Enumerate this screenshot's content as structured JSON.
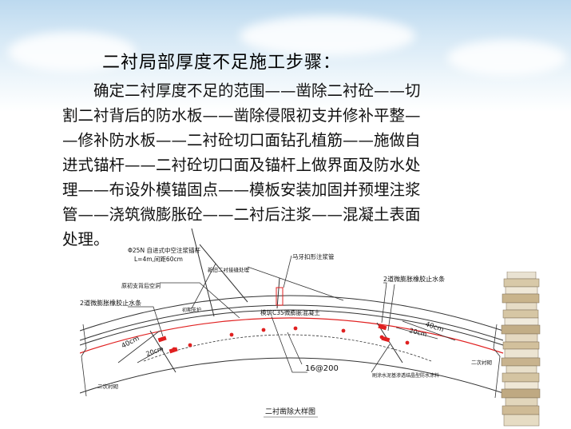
{
  "slide": {
    "title": "二衬局部厚度不足施工步骤：",
    "paragraph_lines": [
      "　　确定二衬厚度不足的范围——凿除二衬砼——切",
      "割二衬背后的防水板——凿除侵限初支并修补平整—",
      "—修补防水板——二衬砼切口面钻孔植筋——施做自",
      "进式锚杆——二衬砼切口面及锚杆上做界面及防水处",
      "理——布设外模锚固点——模板安装加固并预埋注浆",
      "管——浇筑微膨胀砼——二衬后注浆——混凝土表面",
      "处理。"
    ]
  },
  "diagram": {
    "caption": "二衬凿除大样图",
    "labels": {
      "anchor_spec_1": "Φ25N 自进式中空注浆锚杆",
      "anchor_spec_2": "L=4m,间距60cm",
      "void_behind_support": "原初支背后空洞",
      "secondary_lining_interface": "新旧二衬接缝处理",
      "grout_pipe": "马牙扣形注浆管",
      "rubber_strip_left": "2道微膨胀橡胶止水条",
      "rubber_strip_right": "2道微膨胀橡胶止水条",
      "initial_support": "初期支护",
      "concrete": "模筑C35微膨胀混凝土",
      "rebar": "16@200",
      "dim_40_left": "40cm",
      "dim_20_left": "20cm",
      "dim_40_right": "40cm",
      "dim_20_right": "20cm",
      "lining_left": "二次衬砌",
      "lining_right": "二次衬砌",
      "waterproof_note": "刷涂水泥基渗透结晶型防水涂料"
    }
  },
  "colors": {
    "text": "#111111",
    "line": "#333333",
    "red_line": "#e02020",
    "sky": "#bcd9ef"
  }
}
